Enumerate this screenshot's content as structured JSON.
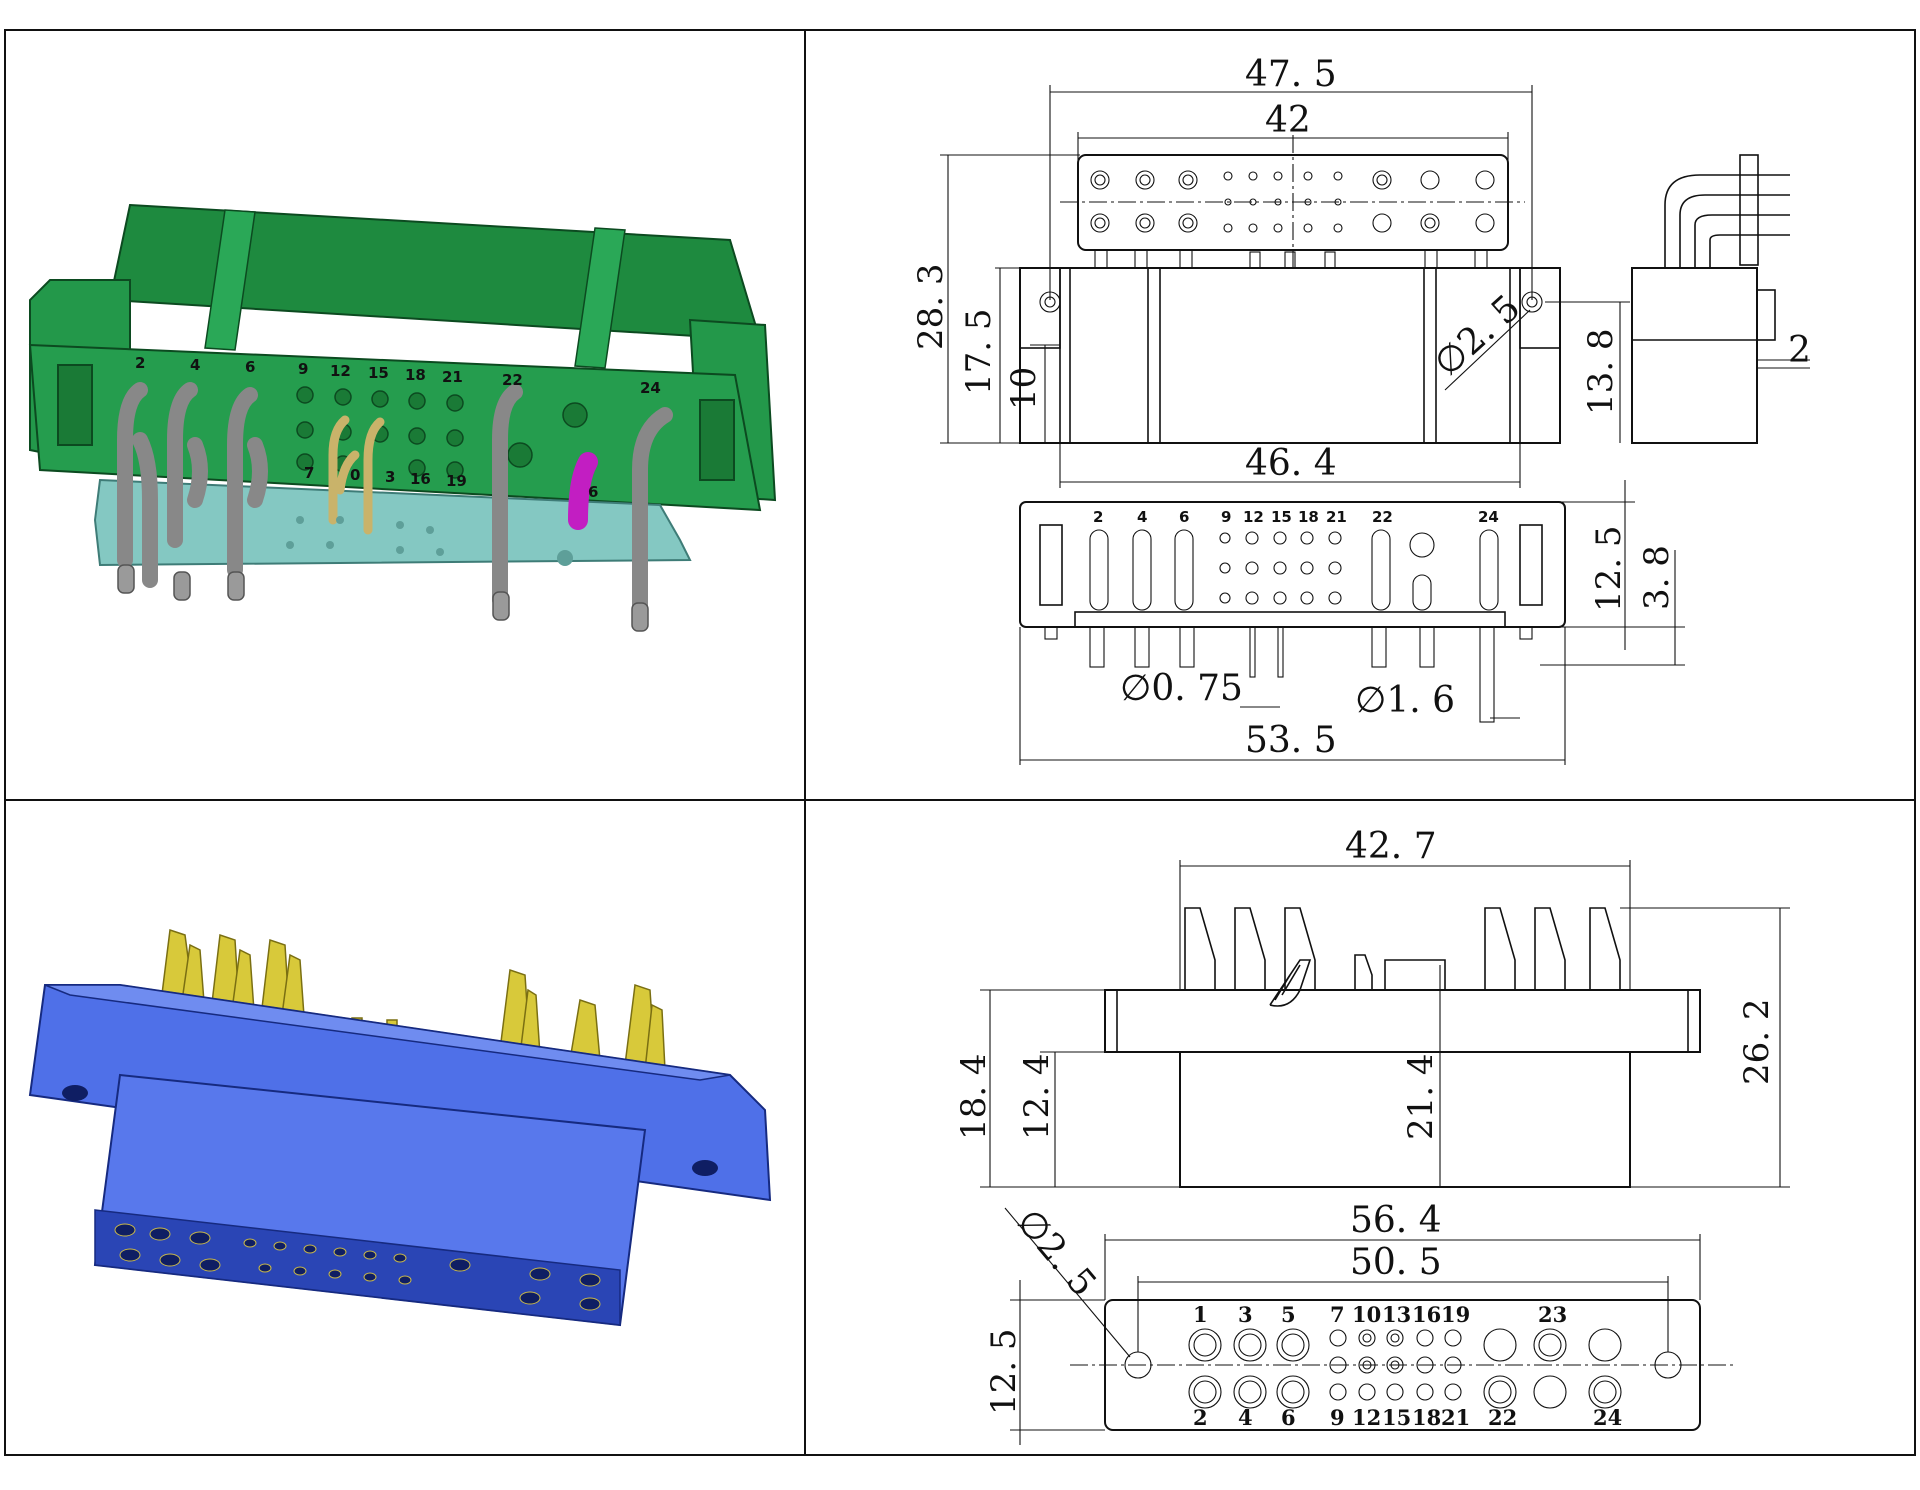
{
  "title": "",
  "green_connector": {
    "pin_labels_top": [
      "2",
      "4",
      "6",
      "9",
      "12",
      "15",
      "18",
      "21",
      "22",
      "24"
    ],
    "pin_labels_bottom": [
      "7",
      "0",
      "3",
      "16",
      "19",
      "6"
    ],
    "colors": {
      "housing": "#1f8f43",
      "plate": "#7fc6c0",
      "pin": "#9a9a9a",
      "signal_pin": "#c9b36a",
      "coax_pin": "#c21ec2"
    }
  },
  "blue_connector": {
    "colors": {
      "housing": "#4f70e8",
      "pin": "#d8c93a"
    }
  },
  "drawing_top": {
    "dimensions": {
      "d_47_5": "47. 5",
      "d_42": "42",
      "d_28_3": "28. 3",
      "d_17_5": "17. 5",
      "d_10": "10",
      "d_46_4": "46. 4",
      "d_2_5": "∅2. 5",
      "d_13_8": "13. 8",
      "d_2": "2",
      "d_12_5": "12. 5",
      "d_3_8": "3. 8",
      "d_0_75": "∅0. 75",
      "d_1_6": "∅1. 6",
      "d_53_5": "53. 5"
    },
    "pin_labels": [
      "2",
      "4",
      "6",
      "9",
      "12",
      "15",
      "18",
      "21",
      "22",
      "24"
    ]
  },
  "drawing_bottom": {
    "dimensions": {
      "d_42_7": "42. 7",
      "d_18_4": "18. 4",
      "d_12_4": "12. 4",
      "d_21_4": "21. 4",
      "d_26_2": "26. 2",
      "d_2_5": "∅2. 5",
      "d_56_4": "56. 4",
      "d_50_5": "50. 5",
      "d_12_5": "12. 5"
    },
    "pin_labels_top": [
      "1",
      "3",
      "5",
      "7",
      "10",
      "13",
      "16",
      "19",
      "23"
    ],
    "pin_labels_bottom": [
      "2",
      "4",
      "6",
      "9",
      "12",
      "15",
      "18",
      "21",
      "22",
      "24"
    ]
  }
}
